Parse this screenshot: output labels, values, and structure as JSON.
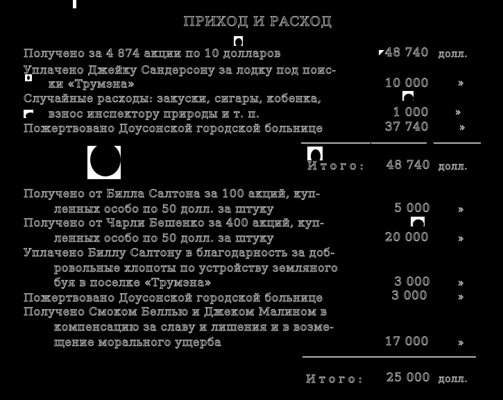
{
  "title": "ПРИХОД И РАСХОД",
  "section1": {
    "rows": [
      {
        "text": [
          "Получено за 4 874 акции по 10 долларов"
        ],
        "amount": "48 740",
        "unit": "долл."
      },
      {
        "text": [
          "Уплачено Джейку Сандерсону за лодку под поис-",
          "ки «Трумэна»"
        ],
        "amount": "10 000",
        "unit": "»"
      },
      {
        "text": [
          "Случайные расходы: закуски, сигары, кобенка,",
          "взнос инспектору природы и т. п."
        ],
        "amount": "1 000",
        "unit": "»"
      },
      {
        "text": [
          "Пожертвовано Доусонской городской больнице"
        ],
        "amount": "37 740",
        "unit": "»"
      }
    ],
    "total_label": "Итого:",
    "total_amount": "48 740",
    "total_unit": "долл."
  },
  "section2": {
    "rows": [
      {
        "text": [
          "Получено от Билла Салтона за 100 акций, куп-",
          "ленных особо по 50 долл. за штуку"
        ],
        "amount": "5 000",
        "unit": "»"
      },
      {
        "text": [
          "Получено от Чарли Бешенко за 400 акций, куп-",
          "ленных особо по 50 долл. за штуку"
        ],
        "amount": "20 000",
        "unit": "»"
      },
      {
        "text": [
          "Уплачено Биллу Салтону в благодарность за доб-",
          "ровольные хлопоты по устройству земляного",
          "буя в поселке «Трумэна»"
        ],
        "amount": "3 000",
        "unit": "»"
      },
      {
        "text": [
          "Пожертвовано Доусонской городской больнице"
        ],
        "amount": "3 000",
        "unit": "»"
      },
      {
        "text": [
          "Получено Смоком Беллью и Джеком Малином в",
          "компенсацию за славу и лишения и в возме-",
          "щение морального ущерба"
        ],
        "amount": "17 000",
        "unit": "»"
      }
    ],
    "total_label": "Итого:",
    "total_amount": "25 000",
    "total_unit": "долл."
  }
}
